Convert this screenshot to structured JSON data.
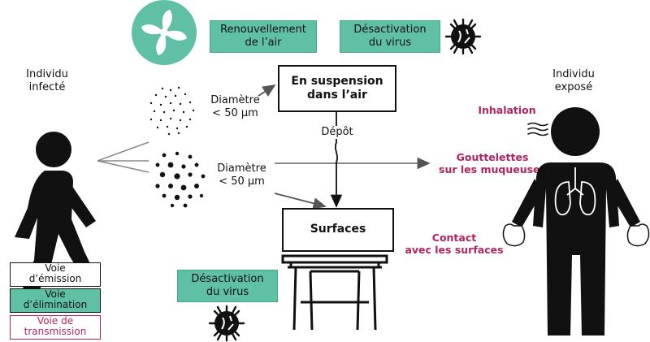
{
  "top": {
    "renewal_label": "Renouvellement\nde l’air",
    "deactivation_top": "Désactivation\ndu virus"
  },
  "left_person": {
    "label": "Individu\ninfecté"
  },
  "right_person": {
    "label": "Individu\nexposé"
  },
  "particles": {
    "small_diameter": "Diamètre\n< 50 µm",
    "large_diameter": "Diamètre\n< 50 µm"
  },
  "suspension": {
    "label": "En suspension\ndans l’air"
  },
  "deposit": {
    "label": "Dépôt"
  },
  "surfaces": {
    "label": "Surfaces"
  },
  "routes": {
    "inhalation": "Inhalation",
    "mucous": "Gouttelettes\nsur les muqueuses",
    "contact": "Contact\navec les surfaces"
  },
  "bottom": {
    "deactivation": "Désactivation\ndu virus"
  },
  "legend": {
    "emission": "Voie\nd’émission",
    "elimination": "Voie\nd’élimination",
    "transmission": "Voie de\ntransmission"
  },
  "colors": {
    "teal": "#5fc0a6",
    "magenta": "#b0245f",
    "arrow": "#666666"
  },
  "icons": {
    "fan": "fan-icon",
    "virus": "virus-icon",
    "lungs": "lungs-icon",
    "breath": "breath-icon"
  }
}
